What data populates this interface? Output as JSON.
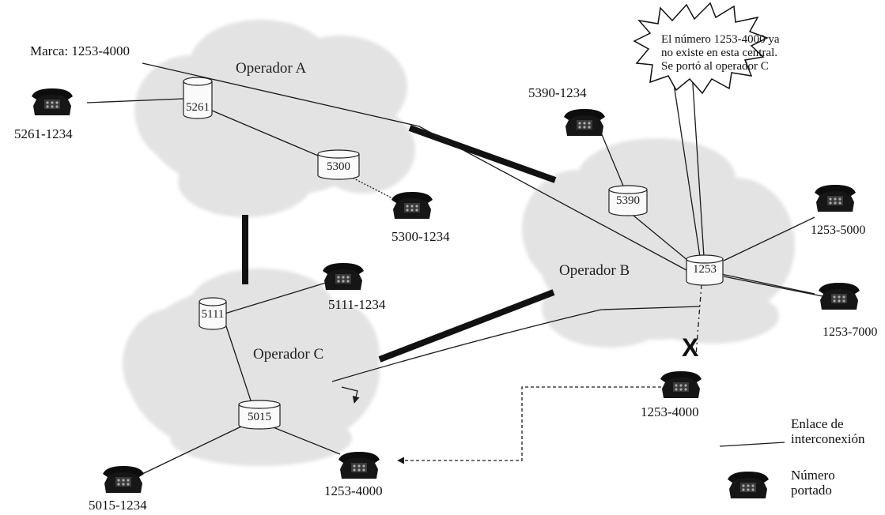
{
  "clouds": {
    "a": "Operador A",
    "b": "Operador B",
    "c": "Operador C"
  },
  "switches": {
    "s5261": "5261",
    "s5300": "5300",
    "s5390": "5390",
    "s1253": "1253",
    "s5111": "5111",
    "s5015": "5015"
  },
  "phones": {
    "p5261": "5261-1234",
    "p5300": "5300-1234",
    "p5390": "5390-1234",
    "p5000": "1253-5000",
    "p7000": "1253-7000",
    "p5111": "5111-1234",
    "p5015": "5015-1234",
    "p4000_old": "1253-4000",
    "p4000_new": "1253-4000"
  },
  "dial_label": "Marca: 1253-4000",
  "callout": {
    "line1": "El número 1253-4000 ya",
    "line2": "no existe en esta central.",
    "line3": "Se portó al operador C"
  },
  "break_mark": "X",
  "legend": {
    "link_line1": "Enlace de",
    "link_line2": "interconexión",
    "ported_line1": "Número",
    "ported_line2": "portado"
  },
  "colors": {
    "cloud_fill": "#e3e3e3",
    "ink": "#1a1a1a"
  }
}
